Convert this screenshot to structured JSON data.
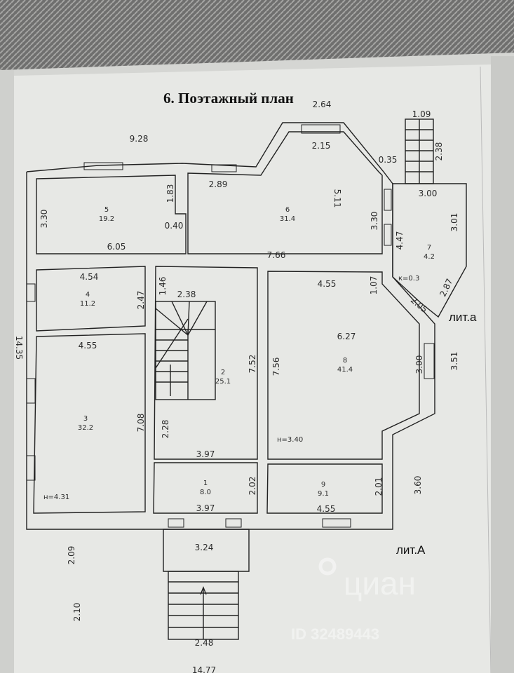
{
  "title": "6. Поэтажный план",
  "literals": {
    "main": "лит.А",
    "annex": "лит.а"
  },
  "watermark": {
    "brand": "циан",
    "id": "ID 32489443"
  },
  "rooms": [
    {
      "number": "1",
      "area": "8.0"
    },
    {
      "number": "2",
      "area": "25.1"
    },
    {
      "number": "3",
      "area": "32.2"
    },
    {
      "number": "4",
      "area": "11.2"
    },
    {
      "number": "5",
      "area": "19.2"
    },
    {
      "number": "6",
      "area": "31.4"
    },
    {
      "number": "7",
      "area": "4.2"
    },
    {
      "number": "8",
      "area": "41.4"
    },
    {
      "number": "9",
      "area": "9.1"
    }
  ],
  "heights": {
    "room3": "н=4.31",
    "room8": "н=3.40",
    "room7_k": "к=0.3"
  },
  "dimensions": {
    "top_overall": "9.28",
    "bay_overall": "2.64",
    "bay_front": "2.15",
    "bay_side": "0.35",
    "rear_stair_width": "1.09",
    "rear_stair_len": "2.38",
    "r5_left": "3.30",
    "r5_step": "1.83",
    "r5_notch": "0.40",
    "r5_bottom": "6.05",
    "r6_top": "2.89",
    "r6_depth": "5.11",
    "r6_side": "3.30",
    "r6_bottom": "7.66",
    "r7_top": "3.00",
    "r7_right": "3.01",
    "r7_left": "4.47",
    "r7_diag": "2.87",
    "r4_top": "4.54",
    "r4_side": "2.47",
    "r2_small": "1.46",
    "r2_top": "2.38",
    "r2_side": "7.52",
    "r2_lower": "2.28",
    "r2_bottom": "3.97",
    "r8_top": "4.55",
    "r8_corner": "1.07",
    "r8_bay_diag": "2.05",
    "r8_width": "6.27",
    "r8_left": "7.56",
    "r8_bay": "3.00",
    "r3_top": "4.55",
    "r3_side": "7.08",
    "overall_depth": "14.35",
    "right_upper": "3.51",
    "right_lower": "3.60",
    "r1_side": "2.02",
    "r1_bottom": "3.97",
    "r9_side": "2.01",
    "r9_bottom": "4.55",
    "porch_width": "3.24",
    "porch_depth": "2.09",
    "stair_len": "2.10",
    "stair_width": "2.48",
    "bottom_overall": "14.77"
  }
}
